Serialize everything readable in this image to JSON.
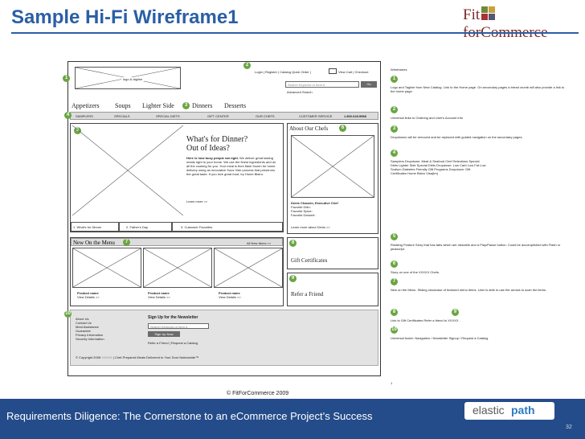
{
  "slide": {
    "title": "Sample Hi-Fi Wireframe1",
    "brand_left": "Fit",
    "brand_right": "forCommerce",
    "copyright": "© FitForCommerce 2009",
    "footer": "Requirements Diligence: The Cornerstone to an eCommerce Project’s Success",
    "partner_logo_a": "elastic",
    "partner_logo_b": "path",
    "page_number": "32"
  },
  "colors": {
    "title": "#2b5fa6",
    "footer_band": "#244c8a",
    "marker_green": "#6aa543",
    "brand_red": "#7a2a2a"
  },
  "wireframe": {
    "logo_tagline": "logo & tagline",
    "util_links": "Login  |  Register  |  Catalog Quick Order  |",
    "cart_links": "View Cart  |  Checkout",
    "search_placeholder": "Search Keyword or Item #",
    "go_button": "Go",
    "advanced_search": "Advanced Search",
    "nav": [
      "Appetizers",
      "Soups",
      "Lighter Side",
      "Dinners",
      "Desserts"
    ],
    "subnav": [
      "SAMPLERS",
      "SPECIALS",
      "SPECIAL DIETS",
      "GIFT CENTER",
      "OUR CHEFS",
      "CUSTOMER SERVICE"
    ],
    "phone": "1.800.628.5588",
    "hero_heading_1": "What's for Dinner?",
    "hero_heading_2": "Out of Ideas?",
    "hero_body_bold": "Here is how busy people eat right.",
    "hero_body": "We deliver great tasting meals right to your home. We use the finest ingredients and do all the cooking for you. Your meal is then flash frozen for home delivery using an innovative Sous Vide process that preserves the great taste. If you love great food, try Home Bistro.",
    "learn_more": "Learn more >>",
    "hero_tabs": [
      "1. What's for Dinner",
      "2. Father's Day",
      "3. Customer Favorites"
    ],
    "about_chefs": "About Our Chefs",
    "chef_name": "Denis Chauvin, Executive Chef",
    "chef_fav_dish": "Favorite Dish:",
    "chef_fav_spice": "Favorite Spice:",
    "chef_fav_dessert": "Favorite Dessert:",
    "chef_learn_more": "Learn more about Denis >>",
    "new_on_menu": "New On the Menu",
    "all_new_items": "All New Items >>",
    "product_name": "Product name",
    "view_details": "View Details >>",
    "gift_certificates": "Gift Certificates",
    "refer_friend": "Refer a Friend",
    "footer_links": [
      "About Us",
      "Contact Us",
      "Meal Assistance",
      "Guarantee",
      "Privacy Information",
      "Security Information"
    ],
    "newsletter_title": "Sign Up for the Newsletter",
    "newsletter_placeholder": "Search Keyword or Item #",
    "signup_button": "Sign Up Now",
    "footer_refer": "Refer a Friend  |  Request a Catalog",
    "footer_copyright": "© Copyright 2008",
    "footer_xxxx": "XXXXX",
    "footer_tagline": "|  Chef-Prepared Meals Delivered to Your Door Nationwide™"
  },
  "notes": {
    "heading": "Wireframes",
    "items": [
      {
        "num": "1",
        "text": "Logo and Tagline from New Catalog. Link to the Home page. On secondary pages a bread crumb will also provide a link to the home page."
      },
      {
        "num": "2",
        "text": "Universal links to Ordering and User's Account info"
      },
      {
        "num": "3",
        "text": "Dropdowns will be removed and be replaced with guided navigation on the secondary pages."
      },
      {
        "num": "4",
        "text": "Samplers Dropdown: Meat & Seafood  Chef Selections  Special Diets Lighter Side   Special Diets Dropdown: Low Carb  Low Fat  Low Sodium  Diabetes Friendly   Gift Programs Dropdown: Gift Certificates  Home Bistro Visa(tm)"
      },
      {
        "num": "5",
        "text": "Rotating Feature Story that has tabs which are clickable and a Play/Pause button. Could be accomplished with Flash or javascript."
      },
      {
        "num": "6",
        "text": "Story on one of the  XXXXX  Chefs."
      },
      {
        "num": "7",
        "text": "New on the Menu. Sliding showcase of featured menu items. User is able to use the arrows to scan the items."
      },
      {
        "num": "8",
        "text": "Link to Gift Certificates          Refer a friend to   XXXXX ."
      },
      {
        "num": "10",
        "text": "Universal footer: Navigation  /  Newsletter Signup  /  Request a Catalog"
      },
      {
        "num": "1",
        "text": ""
      }
    ]
  }
}
